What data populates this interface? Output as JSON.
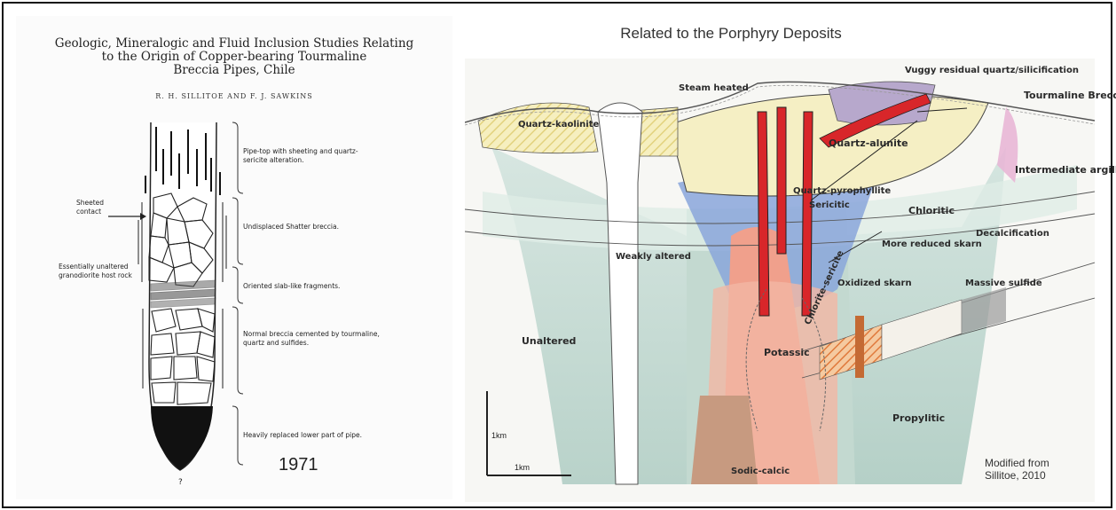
{
  "left": {
    "title_lines": [
      "Geologic, Mineralogic and Fluid Inclusion Studies Relating",
      "to the Origin of Copper-bearing Tourmaline",
      "Breccia Pipes, Chile"
    ],
    "authors": "R. H. SILLITOE AND F. J. SAWKINS",
    "annotations": {
      "sheeted_contact": "Sheeted contact",
      "host_rock": "Essentially unaltered granodiorite host rock",
      "pipe_top": "Pipe-top with sheeting and quartz-sericite alteration.",
      "shatter": "Undisplaced Shatter breccia.",
      "slab": "Oriented slab-like fragments.",
      "normal": "Normal breccia cemented by tourmaline, quartz and sulfides.",
      "replaced": "Heavily replaced lower part of pipe."
    },
    "question_mark": "?",
    "year": "1971"
  },
  "right": {
    "title": "Related to the Porphyry Deposits",
    "labels": {
      "quartz_kaolinite": "Quartz-kaolinite",
      "steam_heated": "Steam heated",
      "vuggy": "Vuggy residual quartz/silicification",
      "tourmaline": "Tourmaline Breccia",
      "quartz_alunite": "Quartz-alunite",
      "intermediate_argillic": "Intermediate argillic",
      "quartz_pyrophyllite": "Quartz-pyrophyllite",
      "sericitic": "Sericitic",
      "chloritic": "Chloritic",
      "decalcification": "Decalcification",
      "weakly_altered": "Weakly altered",
      "more_reduced_skarn": "More reduced skarn",
      "oxidized_skarn": "Oxidized skarn",
      "massive_sulfide": "Massive sulfide",
      "unaltered": "Unaltered",
      "potassic": "Potassic",
      "chlorite_sericite": "Chlorite-sericite",
      "propylitic": "Propylitic",
      "sodic_calcic": "Sodic-calcic"
    },
    "scale_vertical": "1km",
    "scale_horizontal": "1km",
    "credit_lines": [
      "Modified from",
      "Sillitoe, 2010"
    ],
    "colors": {
      "tourmaline_breccia": "#d8262a",
      "potassic": "#f0a08c",
      "propylitic": "#b9d2c8",
      "quartz_alunite": "#f5efc4",
      "sericitic": "#8aa6da",
      "vuggy": "#b7a8cc",
      "sodic_calcic": "#c79a80",
      "skarn": "#e07a3c"
    }
  }
}
